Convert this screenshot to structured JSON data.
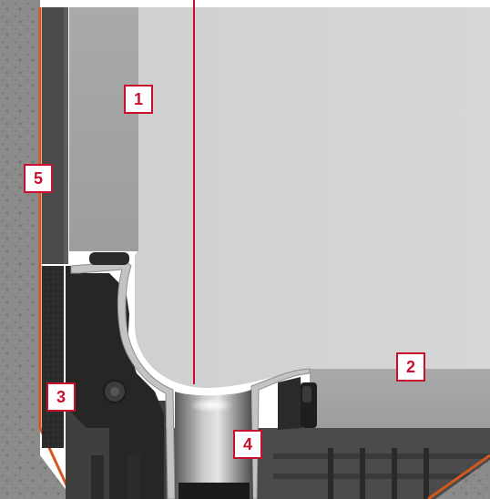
{
  "callouts": [
    {
      "id": "1",
      "label": "1"
    },
    {
      "id": "2",
      "label": "2"
    },
    {
      "id": "3",
      "label": "3"
    },
    {
      "id": "4",
      "label": "4"
    },
    {
      "id": "5",
      "label": "5"
    }
  ],
  "colors": {
    "accent": "#c8102e",
    "concrete": "#8a8a88",
    "panel": "#d2d3d4",
    "steel": "#b3b4b5",
    "dark_part": "#2a2a2a",
    "seal_orange": "#d4571e"
  }
}
